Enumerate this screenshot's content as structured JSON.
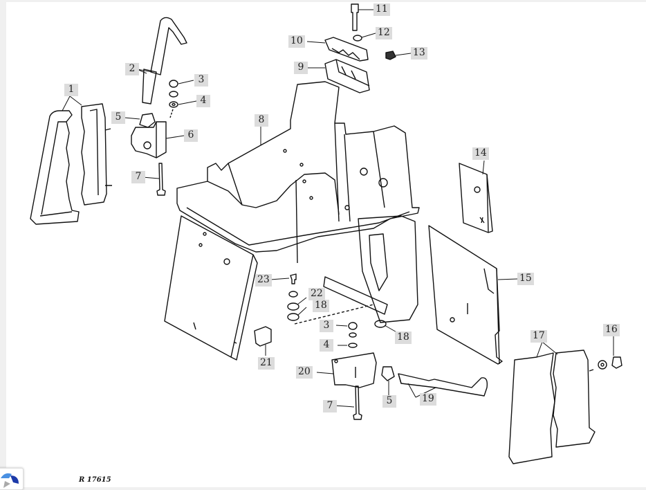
{
  "diagram": {
    "reference_code": "R 17615",
    "callouts": [
      {
        "id": "c1",
        "label": "1"
      },
      {
        "id": "c2",
        "label": "2"
      },
      {
        "id": "c3a",
        "label": "3"
      },
      {
        "id": "c4a",
        "label": "4"
      },
      {
        "id": "c5a",
        "label": "5"
      },
      {
        "id": "c6",
        "label": "6"
      },
      {
        "id": "c7a",
        "label": "7"
      },
      {
        "id": "c8",
        "label": "8"
      },
      {
        "id": "c9",
        "label": "9"
      },
      {
        "id": "c10",
        "label": "10"
      },
      {
        "id": "c11",
        "label": "11"
      },
      {
        "id": "c12",
        "label": "12"
      },
      {
        "id": "c13",
        "label": "13"
      },
      {
        "id": "c14",
        "label": "14"
      },
      {
        "id": "c15",
        "label": "15"
      },
      {
        "id": "c16",
        "label": "16"
      },
      {
        "id": "c17",
        "label": "17"
      },
      {
        "id": "c18a",
        "label": "18"
      },
      {
        "id": "c18b",
        "label": "18"
      },
      {
        "id": "c19",
        "label": "19"
      },
      {
        "id": "c20",
        "label": "20"
      },
      {
        "id": "c21",
        "label": "21"
      },
      {
        "id": "c22",
        "label": "22"
      },
      {
        "id": "c23",
        "label": "23"
      },
      {
        "id": "c3b",
        "label": "3"
      },
      {
        "id": "c4b",
        "label": "4"
      },
      {
        "id": "c5b",
        "label": "5"
      },
      {
        "id": "c7b",
        "label": "7"
      }
    ]
  },
  "widget": {
    "icon": "recaptcha-icon",
    "colors": {
      "blue": "#4a90e2",
      "dark_blue": "#1c3aa9",
      "gray": "#aaaaaa"
    }
  }
}
